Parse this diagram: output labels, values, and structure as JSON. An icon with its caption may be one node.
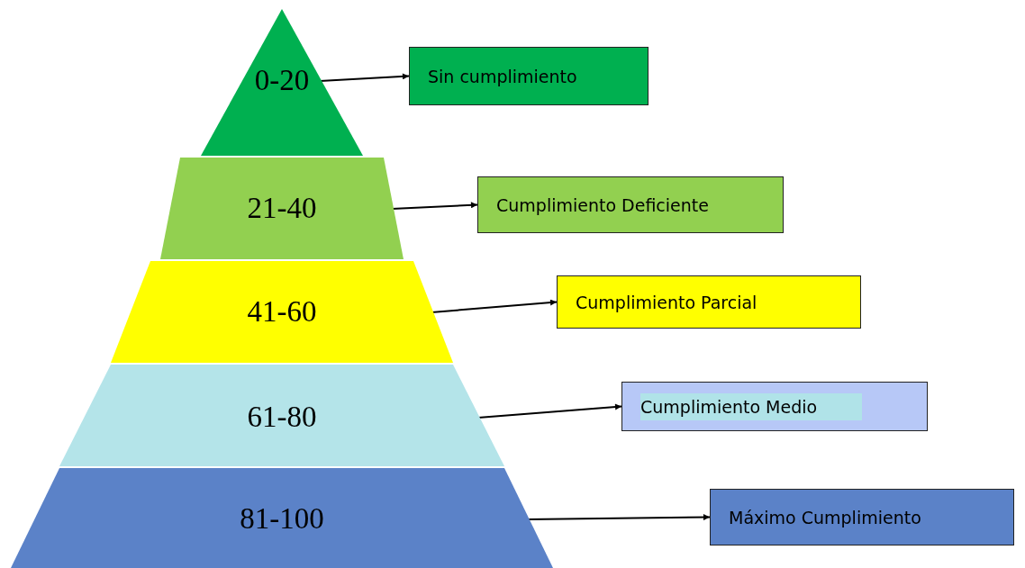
{
  "diagram": {
    "nodes": [
      {
        "text": [
          "0-20"
        ]
      },
      {
        "text": [
          "21-40"
        ]
      },
      {
        "text": [
          "41-60"
        ]
      },
      {
        "text": [
          "61-80"
        ]
      },
      {
        "text": [
          "81-100"
        ]
      },
      {
        "text": [
          "Sin cumplimiento"
        ]
      },
      {
        "text": [
          "Cumplimiento Deficiente"
        ]
      },
      {
        "text": [
          "Cumplimiento Parcial"
        ]
      },
      {
        "text": [
          "Cumplimiento Medio"
        ]
      },
      {
        "text": [
          "Máximo Cumplimiento"
        ]
      }
    ],
    "edges": [
      {
        "from": 0,
        "to": 5,
        "arrow": "to"
      },
      {
        "from": 1,
        "to": 6,
        "arrow": "to"
      },
      {
        "from": 2,
        "to": 7,
        "arrow": "to"
      },
      {
        "from": 3,
        "to": 8,
        "arrow": "to"
      },
      {
        "from": 4,
        "to": 9,
        "arrow": "to"
      }
    ]
  }
}
